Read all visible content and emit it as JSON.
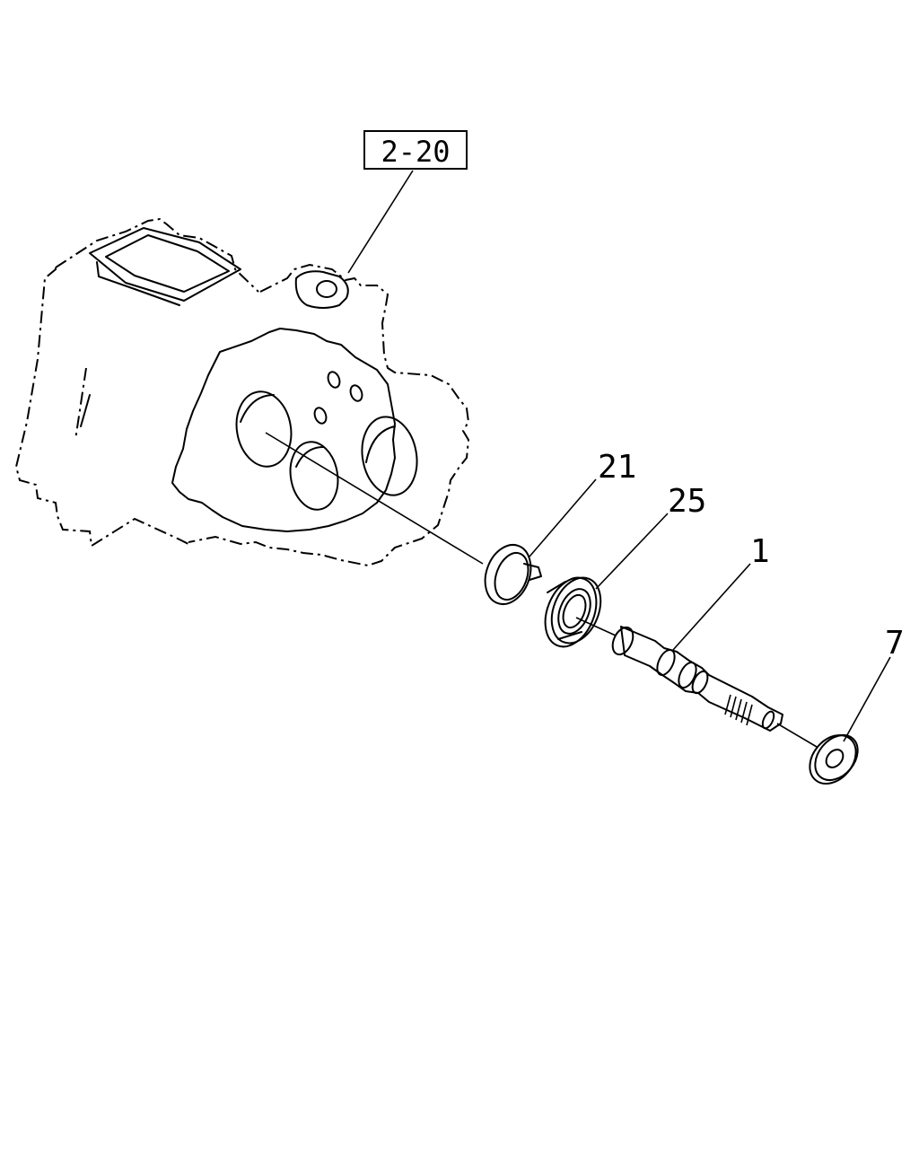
{
  "diagram": {
    "reference": {
      "label": "2-20"
    },
    "callouts": [
      {
        "label": "21"
      },
      {
        "label": "25"
      },
      {
        "label": "1"
      },
      {
        "label": "7"
      }
    ]
  }
}
